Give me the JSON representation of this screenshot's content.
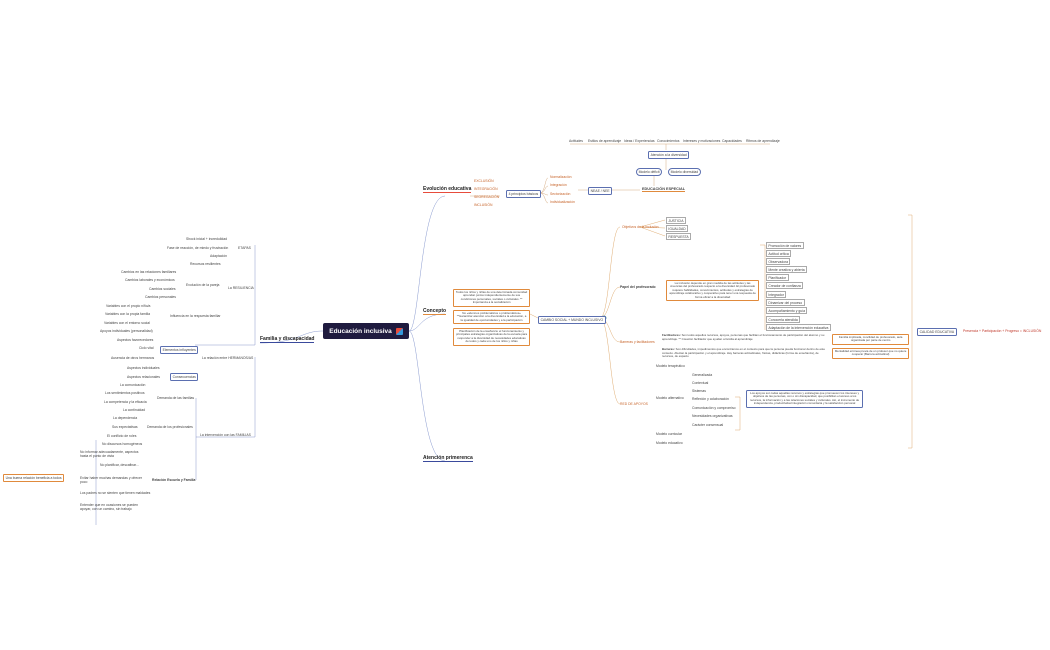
{
  "root": {
    "label": "Educación inclusiva"
  },
  "evolucion": {
    "title": "Evolución educativa",
    "stages": [
      "EXCLUSIÓN",
      "INTEGRACIÓN",
      "SEGREGACIÓN",
      "INCLUSIÓN"
    ],
    "principios": "4 principios básicos",
    "principios_items": [
      "Normalización",
      "Integración",
      "Sectorización",
      "Individualización"
    ],
    "neae": "NEAE / NEE",
    "educacion_especial": "EDUCACIÓN ESPECIAL",
    "modelo_deficit": "Modelo déficit",
    "modelo_diversidad": "Modelo diversidad",
    "atencion_diversidad": "Atención a la diversidad",
    "top_items": [
      "Actitudes",
      "Estilos de aprendizaje",
      "Ideas / Experiencias",
      "Conocimientos",
      "Intereses y motivaciones",
      "Capacidades",
      "Ritmos de aprendizaje"
    ]
  },
  "concepto": {
    "title": "Concepto",
    "notes": [
      "Todos los niños y niñas de una determinada comunidad aprendan juntos independientemente de sus condiciones personales, sociales o culturales. ** Importancia a la socialización",
      "No «alumnos problemáticos o problemáticos» **Garantizar atención a la diversidad a la educación, a la igualdad de oportunidades y a la participación",
      "Planificación de la enseñanza: el funcionamiento y principales estrategias organizativas de la escuela para responder a la diversidad de necesidades educativas de todos y cada uno de los niños y niñas"
    ],
    "cambio": "CAMBIO SOCIAL + MUNDO INCLUSIVO",
    "objetivos": {
      "label": "Objetivos de la inclusión",
      "items": [
        "JUSTICIA",
        "IGUALDAD",
        "RESPUESTA"
      ]
    },
    "papel": {
      "label": "Papel del profesorado",
      "desc": "La inclusión depende en gran medida de las actitudes y las creencias del profesorado respecto a la diversidad. El profesorado requiere habilidades, conocimientos, actitudes y estrategias de aprendizaje colaborativo y cooperativo para tener una respuesta de forma eficaz a la diversidad",
      "items": [
        "Promoción de valores",
        "Actitud crítica",
        "Observadora",
        "Mente creativa y abierta",
        "Planificador",
        "Creador de confianza",
        "Integrador",
        "Dinamizar del proceso",
        "Acompañamiento y guía",
        "Conocerla atendida",
        "Adaptación de la intervención educativa"
      ]
    },
    "barreras": {
      "label": "Barreras y facilitadores",
      "facilitadores_title": "Facilitadores:",
      "facilitadores": "Son todos aquellos recursos, apoyos, personas que facilitan el funcionamiento de participación del alumno y su aprendizaje. ** Creación facilitador que ayudan a familia al aprendizaje",
      "barreras_title": "Barreras:",
      "barreras": "Son dificultades, impedimentos que encontramos en el contexto para que la persona pueda funcionar dentro de este contexto. Afectan la participación y el aprendizaje. Hay barreras actitudinales, físicas, didácticas (forma de enseñanza), de recursos, de espacio",
      "note1": "Familia implicada, movilidad de profesorado, aula organizada por parte de centro",
      "note2": "Mentalidad errónea previa de un profesor que no quiere cooperar (Barrera actitudinal)"
    },
    "redes": {
      "label": "RED DE APOYOS",
      "modelos": [
        "Modelo terapéutico",
        "Modelo alternativo",
        "Modelo curricular",
        "Modelo educativo"
      ],
      "sub": [
        "Generalizada",
        "Contextual",
        "Sistemas",
        "Reflexión y colaboración",
        "Comunicación y compromiso",
        "Necesidades organizativas",
        "Carácter consensual"
      ],
      "desc": "Los apoyos son todas aquellas recursos y estrategias que promueven los intereses y objetivos de las personas, con o sin discapacidad, que posibilitan el acceso a los recursos, la información y a las relaciones sociales y culturales. Así, el incremento de independencia, productividad integración comunitaria y la satisfacción personal"
    },
    "calidad": "CALIDAD EDUCATIVA",
    "calidad_result": "Presencia + Participación + Progreso = INCLUSIÓN"
  },
  "familia": {
    "title": "Familia y discapacidad",
    "etapas": "ETAPAS",
    "etapas_items": [
      "Shock inicial + incredulidad",
      "Fase de reacción, de miedo y frustración",
      "Adaptación"
    ],
    "resiliencia": "La RESILIENCIA",
    "resiliencia_items": [
      "Recursos resilientes",
      "Evolución de la pareja",
      "Influencia en la respuesta familiar"
    ],
    "cambios": [
      "Cambios en las relaciones familiares",
      "Cambios laborales y económicos",
      "Cambios sociales",
      "Cambios personales"
    ],
    "variables": [
      "Variables con el propio niño/a",
      "Variables con la propia familia",
      "Variables con el entorno social"
    ],
    "apoyos": "Apoyos individuales (personalidad)",
    "relacion": "La relación entre HERMANOS/AS",
    "elementos": "Elementos influyentes",
    "elementos_items": [
      "Aspectos favorecedores",
      "Ciclo vital",
      "Ausencia de otros hermanos"
    ],
    "consecuencias": "Consecuencias",
    "consecuencias_items": [
      "Aspectos individuales",
      "Aspectos relacionales"
    ],
    "intervencion": "La intervención con las FAMILIAS",
    "demanda_familia": "Demanda de las familias",
    "demanda_familia_items": [
      "La comunicación",
      "Los sentimientos positivos",
      "La competencia y la eficacia",
      "La continuidad"
    ],
    "demanda_prof": "Demanda de los profesionales",
    "demanda_prof_items": [
      "La dependencia",
      "Sus expectativas",
      "El conflicto de roles"
    ],
    "relacion_escuela": "Relación Escuela y Familia",
    "relacion_escuela_items": [
      "No discursos homogéneos",
      "No informar adecuadamente, aspectos hasta el punto de vista",
      "No planificar, descafinar...",
      "Evitar haber muchas demandas y ofrecer poco",
      "Los padres no se sienten que tienen maldades",
      "Entender que en ocasiones se pueden apoyar, con un camino, sin trabajo"
    ],
    "side_note": "Una buena relación beneficia a todos"
  },
  "atencion": {
    "title": "Atención primerenca"
  }
}
